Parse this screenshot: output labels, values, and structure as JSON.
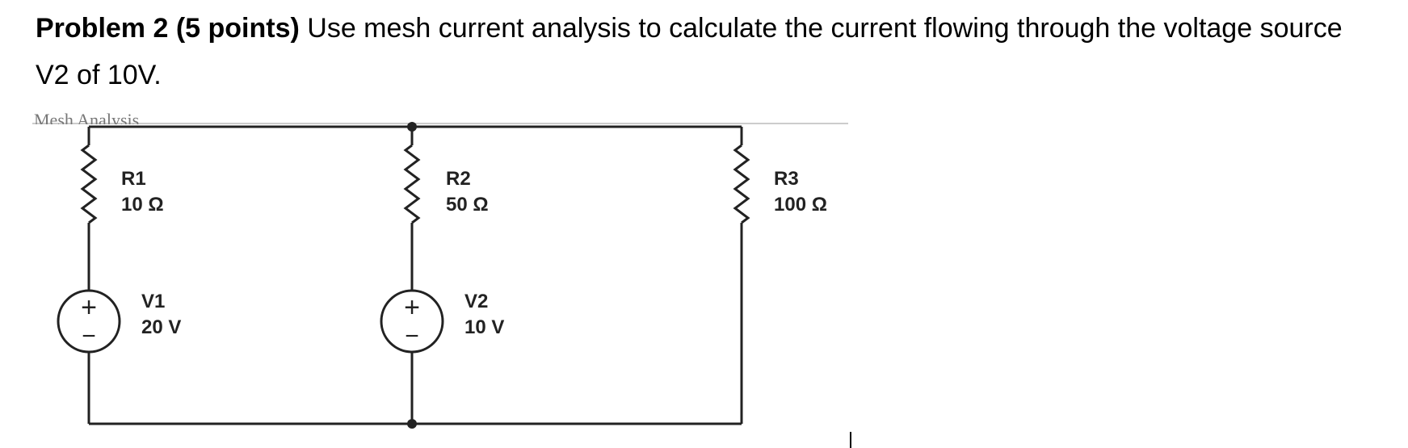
{
  "problem": {
    "lead": "Problem 2 (5 points)",
    "text": " Use mesh current analysis to calculate the current flowing through the voltage source V2 of 10V."
  },
  "circuit": {
    "header_fragment": "Mesh Analysis",
    "resistors": [
      {
        "name": "R1",
        "value": "10 Ω"
      },
      {
        "name": "R2",
        "value": "50 Ω"
      },
      {
        "name": "R3",
        "value": "100 Ω"
      }
    ],
    "sources": [
      {
        "name": "V1",
        "value": "20 V"
      },
      {
        "name": "V2",
        "value": "10 V"
      }
    ],
    "plus_symbol": "+",
    "minus_symbol": "−"
  }
}
